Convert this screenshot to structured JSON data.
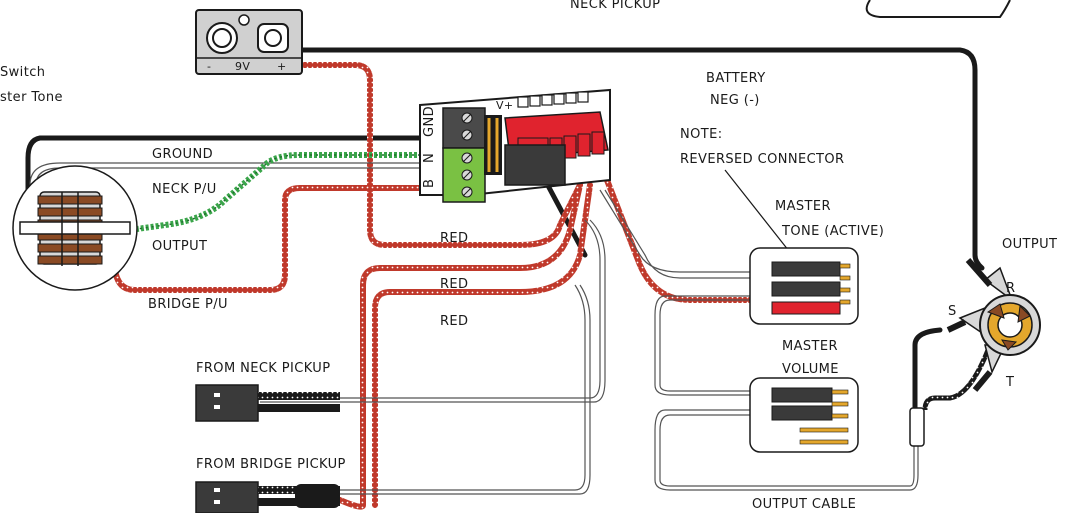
{
  "top_label": "NECK PICKUP",
  "side_labels": [
    "Switch",
    "ster Tone"
  ],
  "battery_clip": {
    "minus": "-",
    "voltage": "9V",
    "plus": "+"
  },
  "preamp_board": {
    "power_label": "V+",
    "pin_labels": [
      "GND",
      "N",
      "B"
    ]
  },
  "switch_wires": {
    "ground": "GROUND",
    "neck": "NECK P/U",
    "output": "OUTPUT",
    "bridge": "BRIDGE P/U"
  },
  "red_labels": [
    "RED",
    "RED",
    "RED"
  ],
  "battery_note": {
    "line1": "BATTERY",
    "line2": "NEG (-)"
  },
  "connector_note": {
    "line1": "NOTE:",
    "line2": "REVERSED CONNECTOR"
  },
  "tone_pot": {
    "line1": "MASTER",
    "line2": "TONE (ACTIVE)"
  },
  "volume_pot": {
    "line1": "MASTER",
    "line2": "VOLUME"
  },
  "output_jack": {
    "title": "OUTPUT",
    "ring": "R",
    "sleeve": "S",
    "tip": "T"
  },
  "pickup_connectors": {
    "neck": "FROM NECK PICKUP",
    "bridge": "FROM BRIDGE PICKUP"
  },
  "output_cable": "OUTPUT CABLE",
  "colors": {
    "red_wire": "#c0392b",
    "green_wire": "#3aa54a",
    "black_wire": "#1a1a1a",
    "red_connector": "#e0232e",
    "green_terminal": "#7ac143"
  }
}
